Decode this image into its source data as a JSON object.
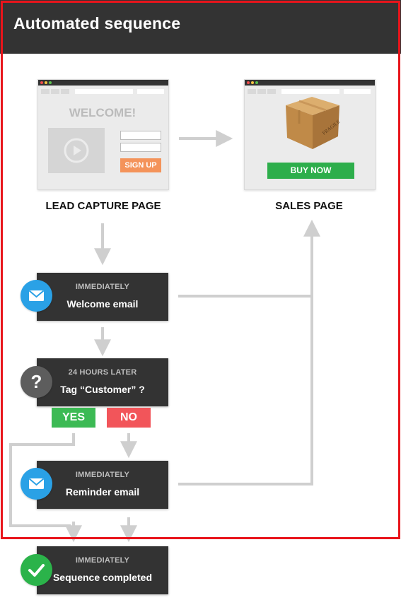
{
  "header": {
    "title": "Automated sequence"
  },
  "lead_page": {
    "welcome": "WELCOME!",
    "signup_label": "SIGN UP",
    "caption": "LEAD CAPTURE PAGE"
  },
  "sales_page": {
    "buy_label": "BUY NOW",
    "caption": "SALES PAGE",
    "box_label": "FRAGILE"
  },
  "steps": [
    {
      "timing": "IMMEDIATELY",
      "title": "Welcome email",
      "icon": "envelope-icon"
    },
    {
      "timing": "24 HOURS LATER",
      "title": "Tag “Customer” ?",
      "icon": "question-mark-icon"
    },
    {
      "timing": "IMMEDIATELY",
      "title": "Reminder email",
      "icon": "envelope-icon"
    },
    {
      "timing": "IMMEDIATELY",
      "title": "Sequence completed",
      "icon": "checkmark-icon"
    }
  ],
  "branches": {
    "yes": "YES",
    "no": "NO"
  },
  "colors": {
    "header_bg": "#333333",
    "frame_red": "#e8141b",
    "card_bg": "#333333",
    "line_gray": "#cfcfcf",
    "email_blue": "#2aa1e6",
    "question_gray": "#5d5d5d",
    "done_green": "#2bb34a",
    "yes_green": "#3cba54",
    "no_red": "#f2555a",
    "signup_orange": "#f4935a",
    "buy_green": "#2dae4b"
  }
}
